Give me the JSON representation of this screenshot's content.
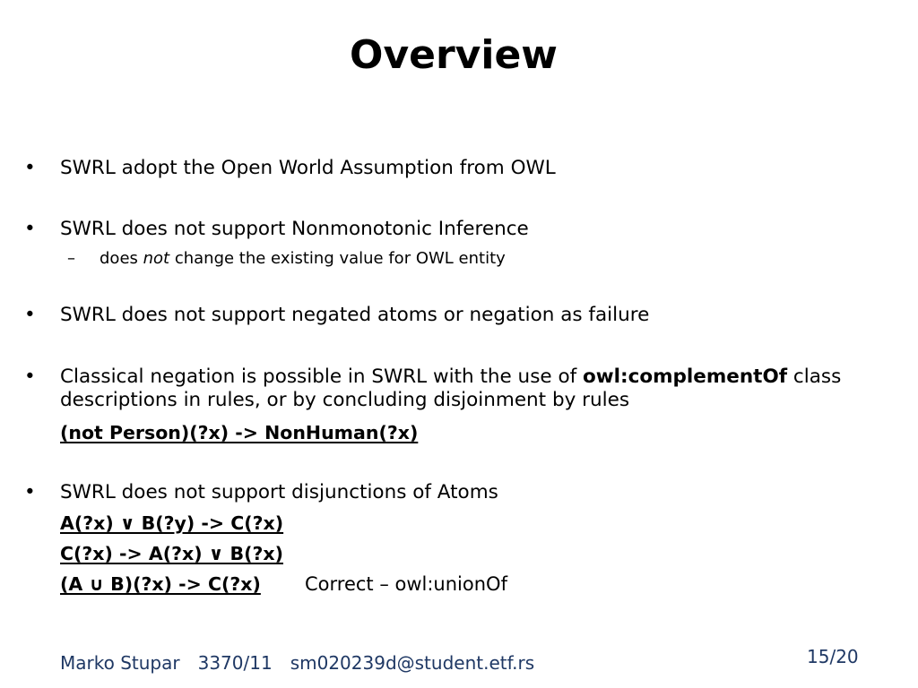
{
  "slide": {
    "title": "Overview",
    "bullet_symbol": "•",
    "sub_symbol": "–",
    "bullets": [
      {
        "text": "SWRL adopt the Open World Assumption from OWL"
      },
      {
        "text": "SWRL does not support Nonmonotonic Inference",
        "sub": {
          "pre": "does ",
          "em": "not",
          "post": " change the existing value for OWL entity"
        }
      },
      {
        "text": "SWRL does not support negated atoms or negation as failure"
      },
      {
        "pre": "Classical negation is possible in SWRL with the use of ",
        "bold": "owl:complementOf",
        "post": " class descriptions in rules, or by concluding disjoinment by rules",
        "code": "(not Person)(?x) -> NonHuman(?x)"
      },
      {
        "text": "SWRL does not support disjunctions of Atoms",
        "code": [
          "A(?x) ∨ B(?y) -> C(?x)",
          "C(?x) -> A(?x) ∨ B(?x)",
          "(A ∪ B)(?x) -> C(?x)"
        ],
        "note": "Correct – owl:unionOf"
      }
    ]
  },
  "footer": {
    "author": "Marko Stupar",
    "id": "3370/11",
    "email": "sm020239d@student.etf.rs",
    "page": "15/20"
  },
  "colors": {
    "footer_text": "#1f3864",
    "body_text": "#000000"
  }
}
